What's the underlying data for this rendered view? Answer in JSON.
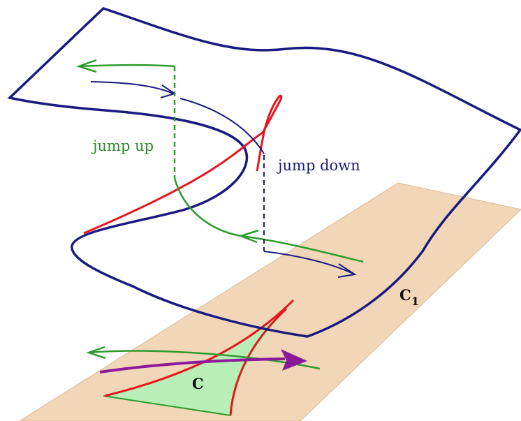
{
  "labels": {
    "jump_up": "jump up",
    "jump_down": "jump down",
    "c1_main": "C",
    "c1_sub": "1",
    "c": "C"
  },
  "colors": {
    "plane_fill": "#f2d6b8",
    "plane_edge": "#c9a27f",
    "surface": "#1a1a80",
    "fold_curve": "#e8141e",
    "trajectory": "#2e9b2e",
    "cusp_region": "#b7efb7",
    "projected_flow": "#8b1a9b"
  },
  "icons": {
    "arrowhead": "arrowhead-icon",
    "filled_arrowhead": "filled-arrowhead-icon"
  }
}
